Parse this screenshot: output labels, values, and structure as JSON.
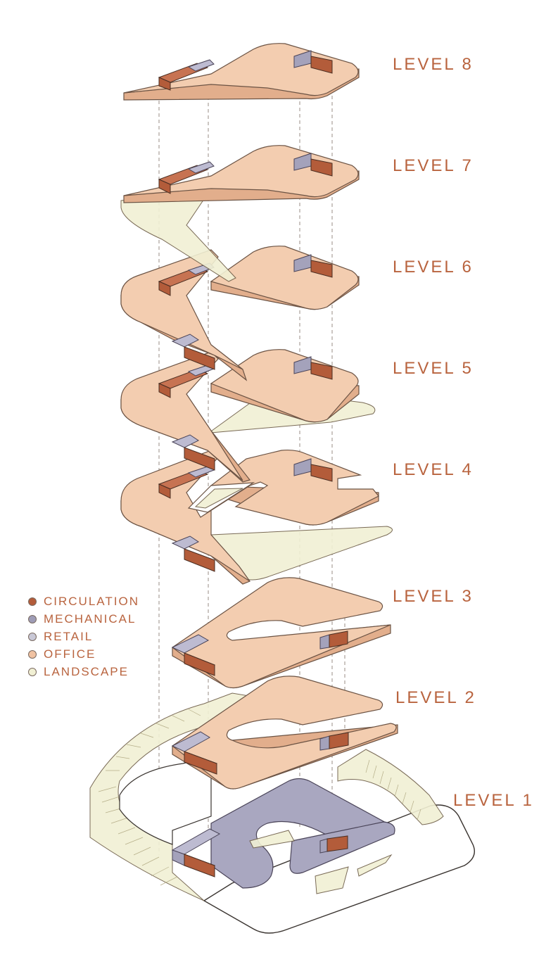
{
  "levels": [
    {
      "label": "LEVEL 8"
    },
    {
      "label": "LEVEL 7"
    },
    {
      "label": "LEVEL 6"
    },
    {
      "label": "LEVEL 5"
    },
    {
      "label": "LEVEL 4"
    },
    {
      "label": "LEVEL 3"
    },
    {
      "label": "LEVEL 2"
    },
    {
      "label": "LEVEL 1"
    }
  ],
  "legend": {
    "items": [
      {
        "label": "CIRCULATION",
        "color": "#b35c3a"
      },
      {
        "label": "MECHANICAL",
        "color": "#9e9cb6"
      },
      {
        "label": "RETAIL",
        "color": "#c9c8d6"
      },
      {
        "label": "OFFICE",
        "color": "#f0c2a2"
      },
      {
        "label": "LANDSCAPE",
        "color": "#f1f0d4"
      }
    ]
  },
  "colors": {
    "label_text": "#b9643f",
    "office_floor": "#f3cdb0",
    "office_edge": "#d9a584",
    "circulation": "#b35c3a",
    "mechanical": "#9e9cb6",
    "retail": "#bcbbd0",
    "landscape": "#f1f0d4",
    "outline": "#5a4a40"
  }
}
